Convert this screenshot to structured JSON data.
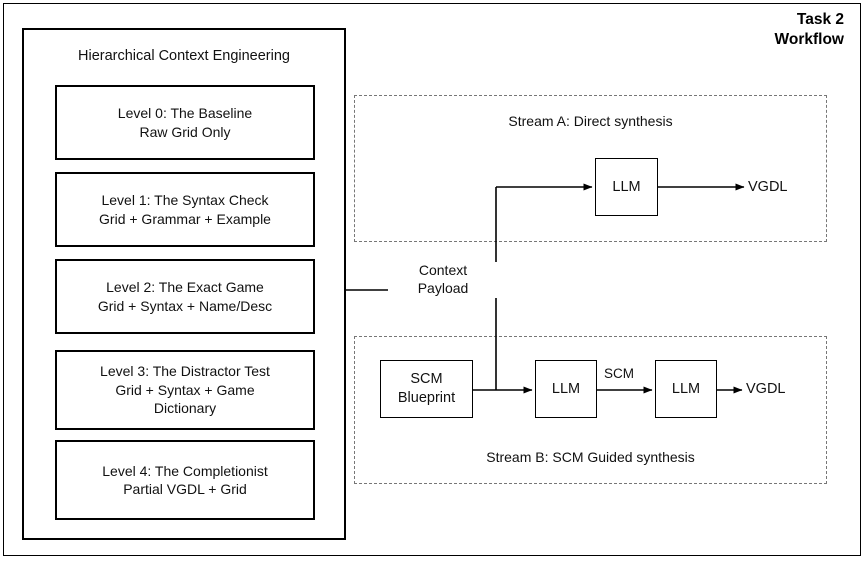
{
  "title": {
    "line1": "Task 2",
    "line2": "Workflow",
    "full": "Task 2\nWorkflow"
  },
  "left_panel": {
    "heading": "Hierarchical Context Engineering",
    "levels": [
      {
        "id": "level-0",
        "label": "Level 0: The Baseline\nRaw Grid Only"
      },
      {
        "id": "level-1",
        "label": "Level 1: The Syntax Check\nGrid + Grammar + Example"
      },
      {
        "id": "level-2",
        "label": "Level 2: The Exact Game\nGrid + Syntax + Name/Desc"
      },
      {
        "id": "level-3",
        "label": "Level 3: The Distractor Test\nGrid + Syntax + Game\nDictionary"
      },
      {
        "id": "level-4",
        "label": "Level 4: The Completionist\nPartial VGDL + Grid"
      }
    ]
  },
  "connector": {
    "context_payload": "Context\nPayload"
  },
  "stream_a": {
    "label": "Stream A: Direct synthesis",
    "llm": "LLM",
    "output": "VGDL"
  },
  "stream_b": {
    "label": "Stream B: SCM Guided synthesis",
    "blueprint": "SCM\nBlueprint",
    "llm1": "LLM",
    "edge_label": "SCM",
    "llm2": "LLM",
    "output": "VGDL"
  },
  "colors": {
    "stroke": "#000000",
    "dashed_stroke": "#777777",
    "background": "#ffffff",
    "text": "#111111"
  }
}
